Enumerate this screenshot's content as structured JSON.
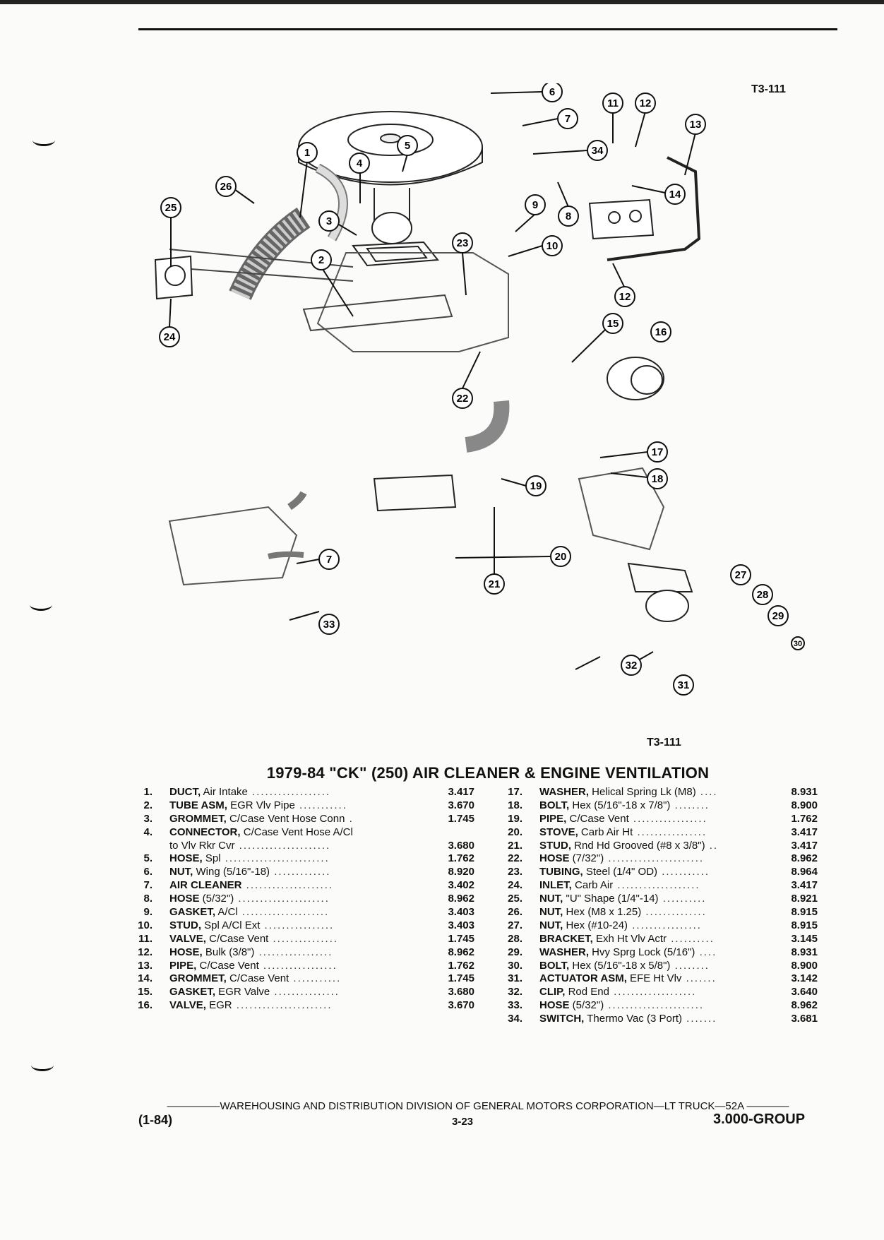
{
  "figure_id_top": "T3-111",
  "figure_id_bottom": "T3-111",
  "title": "1979-84 \"CK\" (250) AIR CLEANER & ENGINE VENTILATION",
  "callouts": [
    "1",
    "2",
    "3",
    "4",
    "5",
    "6",
    "7",
    "8",
    "9",
    "10",
    "11",
    "12",
    "13",
    "14",
    "15",
    "16",
    "17",
    "18",
    "19",
    "20",
    "21",
    "22",
    "23",
    "24",
    "25",
    "26",
    "27",
    "28",
    "29",
    "30",
    "31",
    "32",
    "33",
    "34"
  ],
  "parts_left": [
    {
      "num": "1.",
      "name": "DUCT,",
      "desc": " Air Intake",
      "dots": " ..................",
      "code": "3.417"
    },
    {
      "num": "2.",
      "name": "TUBE ASM,",
      "desc": " EGR Vlv Pipe",
      "dots": " ...........",
      "code": "3.670"
    },
    {
      "num": "3.",
      "name": "GROMMET,",
      "desc": " C/Case Vent Hose Conn",
      "dots": " .",
      "code": "1.745"
    },
    {
      "num": "4.",
      "name": "CONNECTOR,",
      "desc": " C/Case Vent Hose A/Cl",
      "dots": "",
      "code": ""
    },
    {
      "num": "",
      "name": "",
      "desc": "to Vlv Rkr Cvr",
      "dots": " .....................",
      "code": "3.680"
    },
    {
      "num": "5.",
      "name": "HOSE,",
      "desc": " Spl",
      "dots": " ........................",
      "code": "1.762"
    },
    {
      "num": "6.",
      "name": "NUT,",
      "desc": " Wing (5/16\"-18)",
      "dots": " .............",
      "code": "8.920"
    },
    {
      "num": "7.",
      "name": "AIR CLEANER",
      "desc": "",
      "dots": " ....................",
      "code": "3.402"
    },
    {
      "num": "8.",
      "name": "HOSE",
      "desc": " (5/32\")",
      "dots": " .....................",
      "code": "8.962"
    },
    {
      "num": "9.",
      "name": "GASKET,",
      "desc": " A/Cl",
      "dots": " ....................",
      "code": "3.403"
    },
    {
      "num": "10.",
      "name": "STUD,",
      "desc": " Spl A/Cl Ext",
      "dots": " ................",
      "code": "3.403"
    },
    {
      "num": "11.",
      "name": "VALVE,",
      "desc": " C/Case Vent",
      "dots": " ...............",
      "code": "1.745"
    },
    {
      "num": "12.",
      "name": "HOSE,",
      "desc": " Bulk (3/8\")",
      "dots": " .................",
      "code": "8.962"
    },
    {
      "num": "13.",
      "name": "PIPE,",
      "desc": " C/Case Vent",
      "dots": " .................",
      "code": "1.762"
    },
    {
      "num": "14.",
      "name": "GROMMET,",
      "desc": " C/Case Vent",
      "dots": " ...........",
      "code": "1.745"
    },
    {
      "num": "15.",
      "name": "GASKET,",
      "desc": " EGR Valve",
      "dots": " ...............",
      "code": "3.680"
    },
    {
      "num": "16.",
      "name": "VALVE,",
      "desc": " EGR",
      "dots": " ......................",
      "code": "3.670"
    }
  ],
  "parts_right": [
    {
      "num": "17.",
      "name": "WASHER,",
      "desc": " Helical Spring Lk (M8)",
      "dots": " ....",
      "code": "8.931"
    },
    {
      "num": "18.",
      "name": "BOLT,",
      "desc": " Hex (5/16\"-18 x 7/8\")",
      "dots": " ........",
      "code": "8.900"
    },
    {
      "num": "19.",
      "name": "PIPE,",
      "desc": " C/Case Vent",
      "dots": " .................",
      "code": "1.762"
    },
    {
      "num": "20.",
      "name": "STOVE,",
      "desc": " Carb Air Ht",
      "dots": " ................",
      "code": "3.417"
    },
    {
      "num": "21.",
      "name": "STUD,",
      "desc": " Rnd Hd Grooved (#8 x 3/8\")",
      "dots": " ..",
      "code": "3.417"
    },
    {
      "num": "22.",
      "name": "HOSE",
      "desc": " (7/32\")",
      "dots": " ......................",
      "code": "8.962"
    },
    {
      "num": "23.",
      "name": "TUBING,",
      "desc": " Steel (1/4\" OD)",
      "dots": " ...........",
      "code": "8.964"
    },
    {
      "num": "24.",
      "name": "INLET,",
      "desc": " Carb Air",
      "dots": " ...................",
      "code": "3.417"
    },
    {
      "num": "25.",
      "name": "NUT,",
      "desc": " \"U\" Shape (1/4\"-14)",
      "dots": " ..........",
      "code": "8.921"
    },
    {
      "num": "26.",
      "name": "NUT,",
      "desc": " Hex (M8 x 1.25)",
      "dots": " ..............",
      "code": "8.915"
    },
    {
      "num": "27.",
      "name": "NUT,",
      "desc": " Hex (#10-24)",
      "dots": " ................",
      "code": "8.915"
    },
    {
      "num": "28.",
      "name": "BRACKET,",
      "desc": " Exh Ht Vlv Actr",
      "dots": " ..........",
      "code": "3.145"
    },
    {
      "num": "29.",
      "name": "WASHER,",
      "desc": " Hvy Sprg Lock (5/16\")",
      "dots": " ....",
      "code": "8.931"
    },
    {
      "num": "30.",
      "name": "BOLT,",
      "desc": " Hex (5/16\"-18 x 5/8\")",
      "dots": " ........",
      "code": "8.900"
    },
    {
      "num": "31.",
      "name": "ACTUATOR ASM,",
      "desc": " EFE Ht Vlv",
      "dots": " .......",
      "code": "3.142"
    },
    {
      "num": "32.",
      "name": "CLIP,",
      "desc": " Rod End",
      "dots": " ...................",
      "code": "3.640"
    },
    {
      "num": "33.",
      "name": "HOSE",
      "desc": " (5/32\")",
      "dots": " ......................",
      "code": "8.962"
    },
    {
      "num": "34.",
      "name": "SWITCH,",
      "desc": " Thermo Vac (3 Port)",
      "dots": " .......",
      "code": "3.681"
    }
  ],
  "footer": {
    "line": "WAREHOUSING AND DISTRIBUTION  DIVISION OF GENERAL MOTORS CORPORATION—LT TRUCK—52A",
    "date": "(1-84)",
    "page": "3-23",
    "group": "3.000-GROUP"
  }
}
